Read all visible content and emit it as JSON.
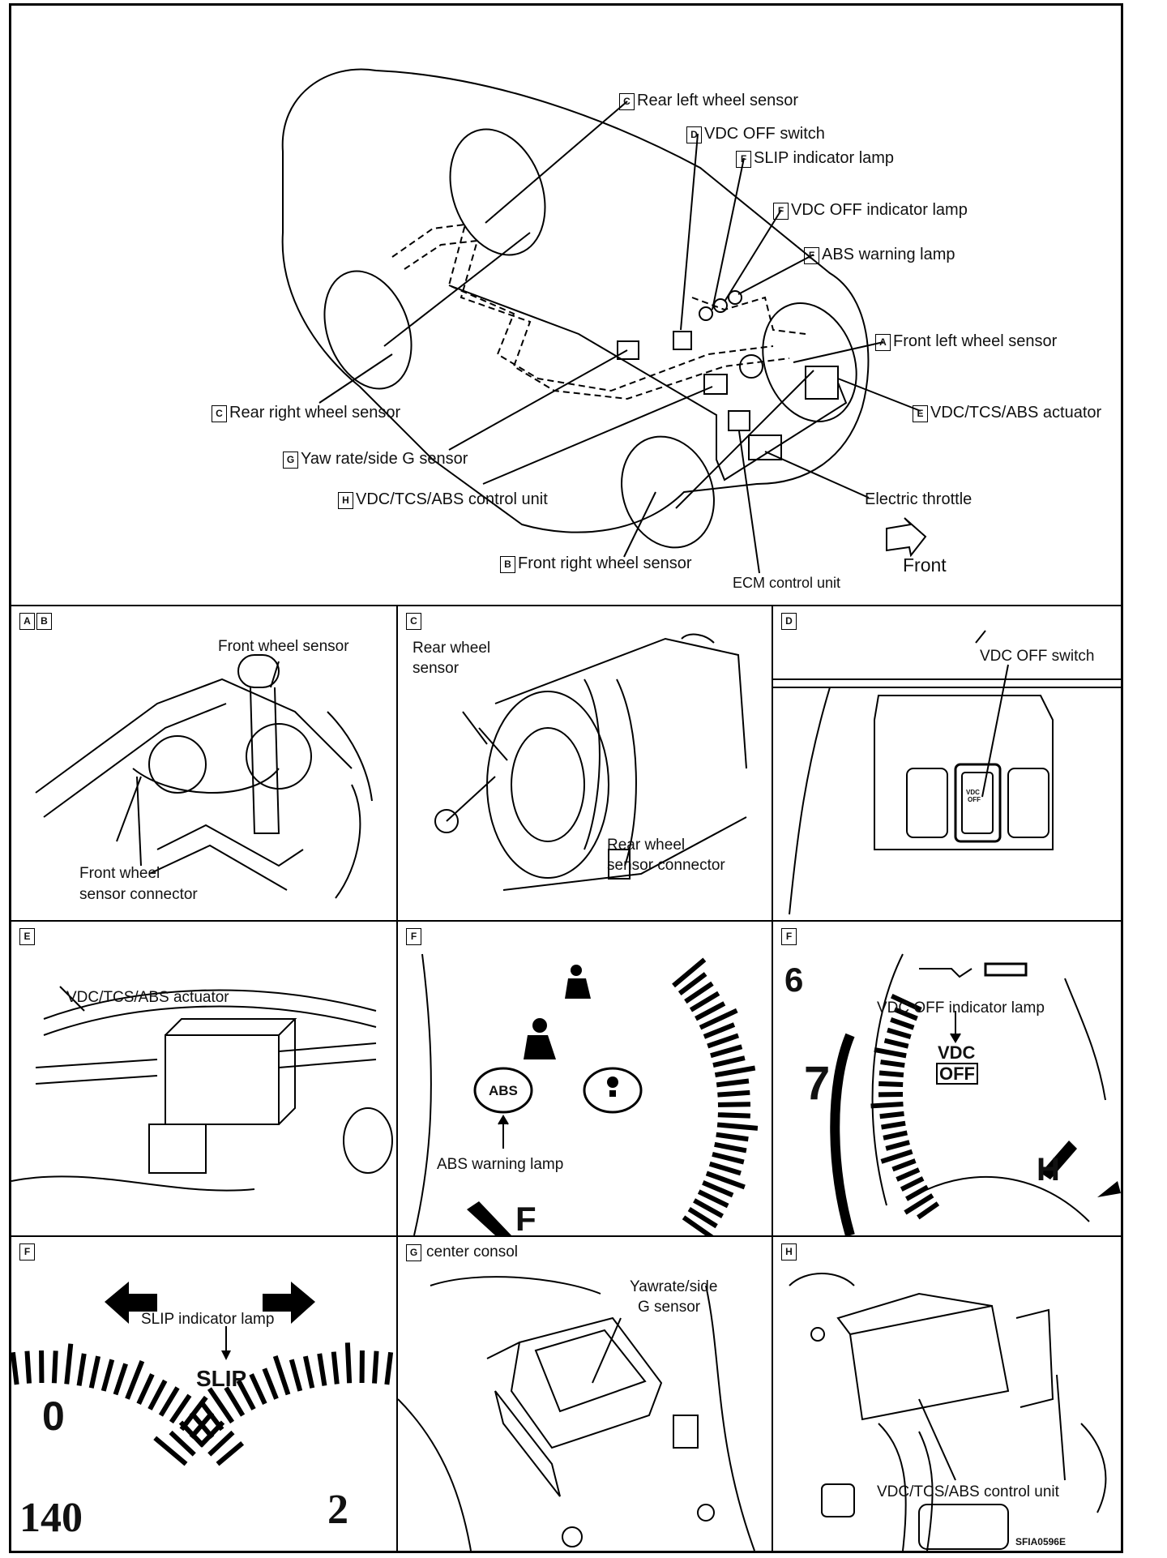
{
  "overview": {
    "callouts": [
      {
        "letter": "C",
        "text": "Rear left wheel sensor"
      },
      {
        "letter": "D",
        "text": "VDC OFF switch"
      },
      {
        "letter": "F",
        "text": "SLIP indicator lamp"
      },
      {
        "letter": "F",
        "text": "VDC OFF indicator lamp"
      },
      {
        "letter": "F",
        "text": "ABS warning lamp"
      },
      {
        "letter": "A",
        "text": "Front left wheel sensor"
      },
      {
        "letter": "E",
        "text": "VDC/TCS/ABS actuator"
      },
      {
        "letter": "C",
        "text": "Rear right wheel sensor"
      },
      {
        "letter": "G",
        "text": "Yaw rate/side G sensor"
      },
      {
        "letter": "H",
        "text": "VDC/TCS/ABS control unit"
      },
      {
        "letter": "B",
        "text": "Front right wheel sensor"
      }
    ],
    "plain_labels": [
      "Electric throttle",
      "ECM control unit"
    ],
    "front_label": "Front"
  },
  "panels": [
    {
      "tags": [
        "A",
        "B"
      ],
      "labels": [
        "Front wheel sensor",
        "Front wheel",
        "sensor connector"
      ]
    },
    {
      "tags": [
        "C"
      ],
      "labels": [
        "Rear wheel",
        "sensor",
        "Rear wheel",
        "sensor connector"
      ]
    },
    {
      "tags": [
        "D"
      ],
      "labels": [
        "VDC OFF switch",
        "VDC",
        "OFF"
      ]
    },
    {
      "tags": [
        "E"
      ],
      "labels": [
        "VDC/TCS/ABS actuator"
      ]
    },
    {
      "tags": [
        "F"
      ],
      "labels": [
        "ABS warning lamp",
        "ABS",
        "F"
      ]
    },
    {
      "tags": [
        "F"
      ],
      "labels": [
        "VDC OFF indicator lamp",
        "VDC",
        "OFF",
        "6",
        "7",
        "H"
      ]
    },
    {
      "tags": [
        "F"
      ],
      "labels": [
        "SLIP indicator lamp",
        "SLIP",
        "0",
        "140",
        "2"
      ]
    },
    {
      "tags": [
        "G"
      ],
      "caption": "center consol",
      "labels": [
        "Yawrate/side",
        "G sensor"
      ]
    },
    {
      "tags": [
        "H"
      ],
      "labels": [
        "VDC/TCS/ABS control unit"
      ]
    }
  ],
  "figure_code": "SFIA0596E"
}
